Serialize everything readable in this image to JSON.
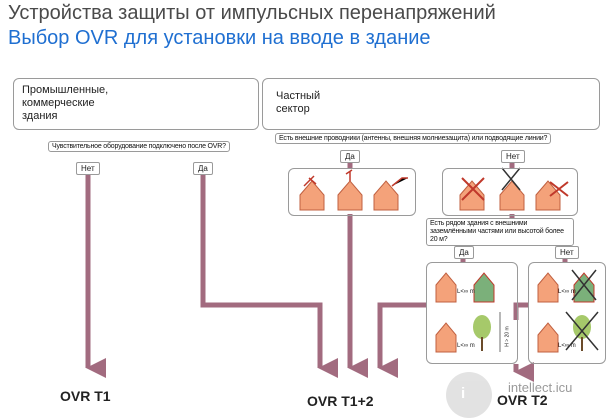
{
  "title_line1": "Устройства защиты от импульсных перенапряжений",
  "title_line2": "Выбор OVR для установки на вводе в здание",
  "industrial_box_text": "Промышленные, коммерческие здания",
  "private_box_text": "Частный сектор",
  "question_sensitive": "Чувствительное оборудование подключено после OVR?",
  "question_external": "Есть внешние проводники (антенны, внешняя молниезащита) или подводящие линии?",
  "question_nearby": "Есть рядом здания с внешними заземлёнными частями или высотой более 20 м?",
  "label_no": "Нет",
  "label_yes": "Да",
  "output_t1": "OVR T1",
  "output_t12": "OVR T1+2",
  "output_t2": "OVR T2",
  "distance_label": "L<∞ m",
  "height_label": "H > 20 m",
  "watermark": "intellect.icu",
  "watermark_logo": "i",
  "colors": {
    "arrow": "#a26b7f",
    "house": "#f4a27a",
    "house_dark": "#e07050",
    "green": "#7bb07a",
    "title_blue": "#1f6fd1",
    "red_cross": "#c0392b"
  }
}
